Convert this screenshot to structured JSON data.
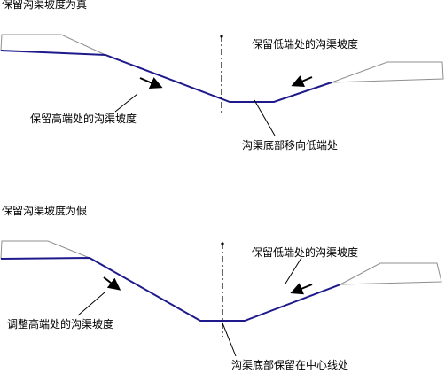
{
  "panel_true": {
    "title": "保留沟渠坡度为真",
    "label_low_slope": "保留低端处的沟渠坡度",
    "label_high_slope": "保留高端处的沟渠坡度",
    "label_bottom": "沟渠底部移向低端处"
  },
  "panel_false": {
    "title": "保留沟渠坡度为假",
    "label_low_slope": "保留低端处的沟渠坡度",
    "label_high_slope": "调整高端处的沟渠坡度",
    "label_bottom": "沟渠底部保留在中心线处"
  },
  "colors": {
    "ditch": "#1e1a8c",
    "terrain": "#8f8f8f",
    "centerline": "#000000",
    "text": "#000000"
  }
}
